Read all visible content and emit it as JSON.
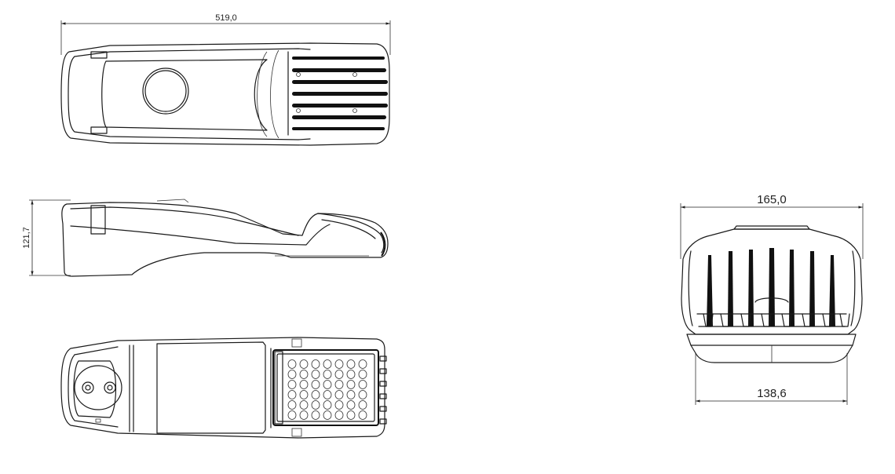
{
  "dimensions": {
    "length": "519,0",
    "height": "121,7",
    "width_top": "165,0",
    "width_bottom": "138,6"
  }
}
